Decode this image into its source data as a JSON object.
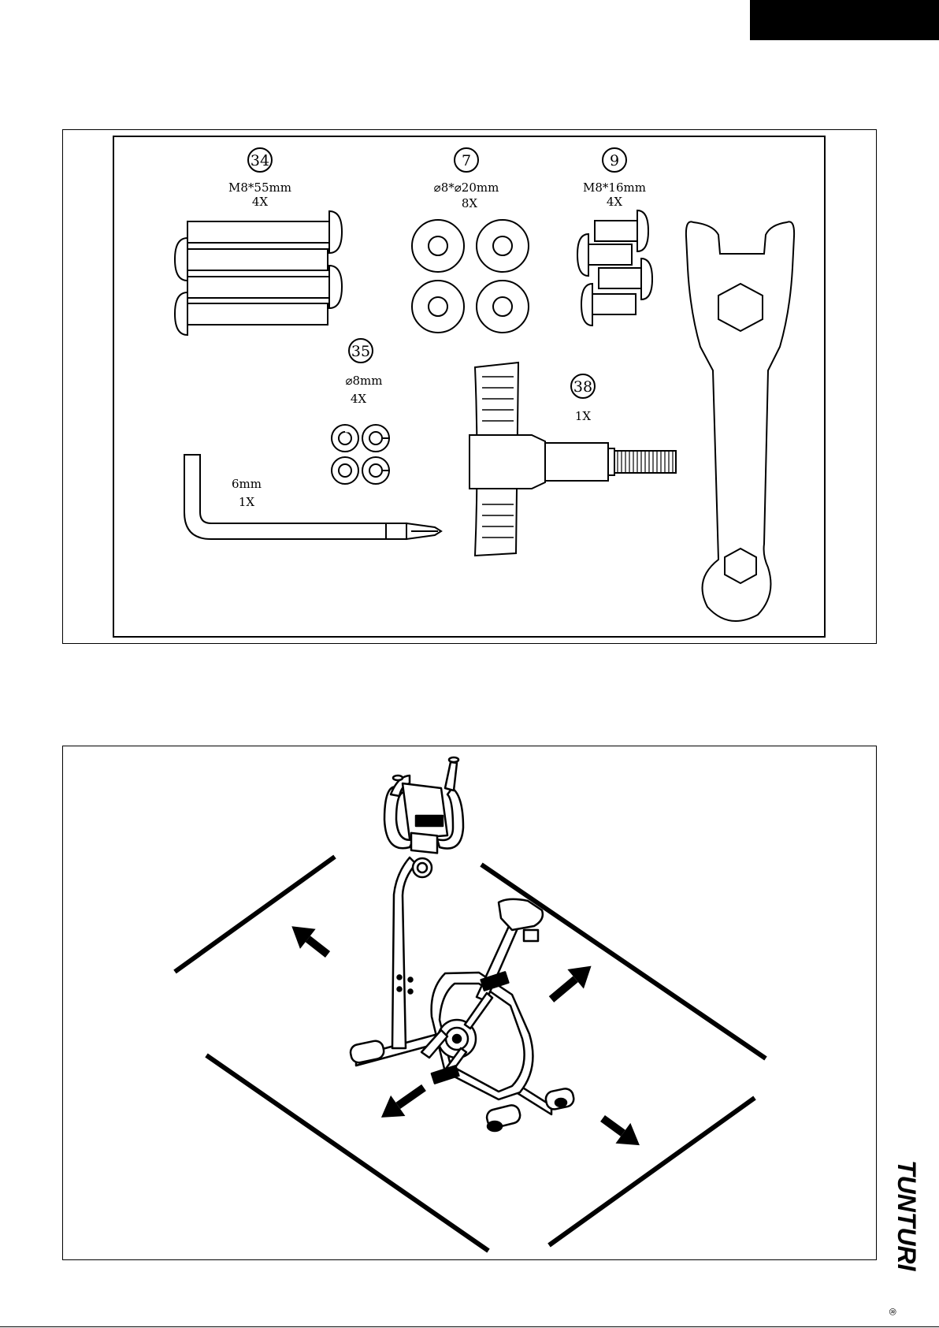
{
  "hardware": {
    "bolt_long": {
      "ref": "34",
      "size": "M8*55mm",
      "qty": "4X"
    },
    "washer": {
      "ref": "7",
      "size": "⌀8*⌀20mm",
      "qty": "8X"
    },
    "bolt_short": {
      "ref": "9",
      "size": "M8*16mm",
      "qty": "4X"
    },
    "spring_washer": {
      "ref": "35",
      "size": "⌀8mm",
      "qty": "4X"
    },
    "knob": {
      "ref": "38",
      "qty": "1X"
    },
    "allen_key": {
      "size": "6mm",
      "qty": "1X"
    }
  },
  "brand": {
    "name": "TUNTURI",
    "mark": "®"
  }
}
